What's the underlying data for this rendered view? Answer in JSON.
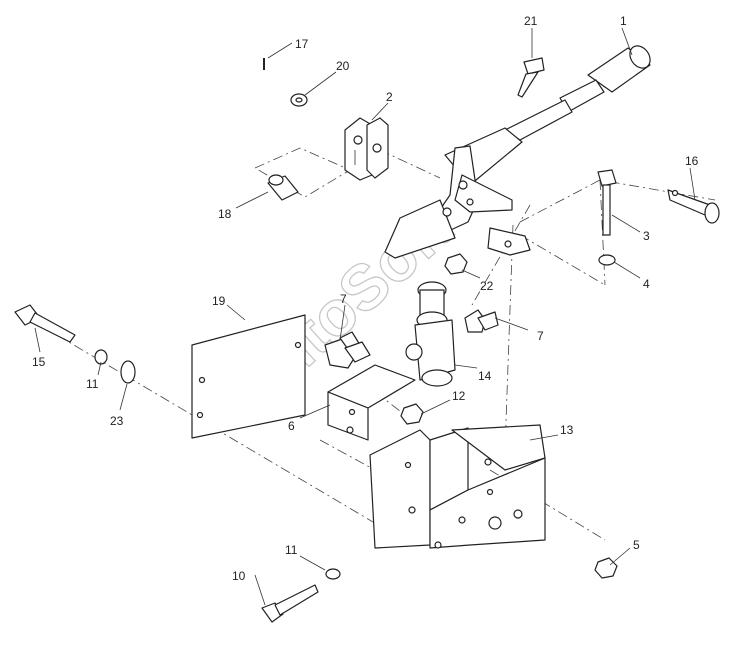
{
  "diagram": {
    "watermark": "AutoSoft",
    "callouts": {
      "c1": "1",
      "c2": "2",
      "c3": "3",
      "c4": "4",
      "c5": "5",
      "c6": "6",
      "c7a": "7",
      "c7b": "7",
      "c10": "10",
      "c11a": "11",
      "c11b": "11",
      "c12": "12",
      "c13": "13",
      "c14": "14",
      "c15": "15",
      "c16": "16",
      "c17": "17",
      "c18": "18",
      "c19": "19",
      "c20": "20",
      "c21": "21",
      "c22": "22",
      "c23": "23"
    }
  }
}
